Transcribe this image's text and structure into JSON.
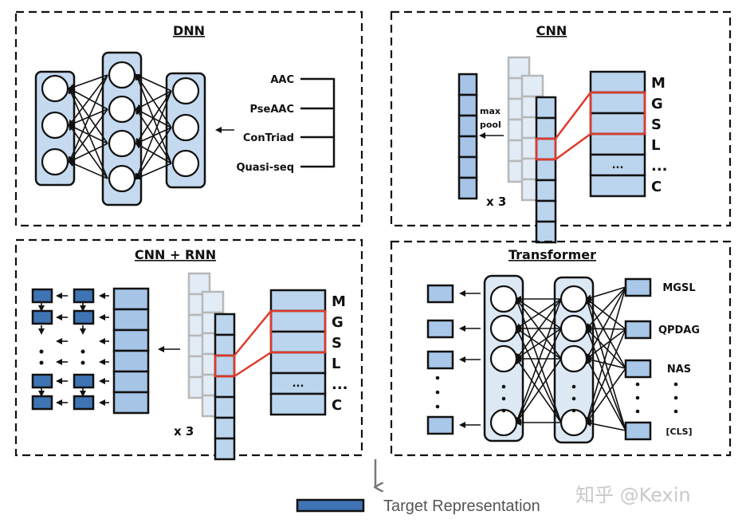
{
  "panels": {
    "dnn": {
      "title": "DNN",
      "features": [
        "AAC",
        "PseAAC",
        "ConTriad",
        "Quasi-seq"
      ],
      "layer_sizes": [
        3,
        4,
        3
      ]
    },
    "cnn": {
      "title": "CNN",
      "sequence_letters": [
        "M",
        "G",
        "S",
        "L",
        "...",
        "C"
      ],
      "cell_ellipsis": "...",
      "pool_label_1": "max",
      "pool_label_2": "pool",
      "repeat_label": "x 3",
      "highlighted_residues": [
        "G",
        "S"
      ]
    },
    "cnn_rnn": {
      "title": "CNN + RNN",
      "sequence_letters": [
        "M",
        "G",
        "S",
        "L",
        "...",
        "C"
      ],
      "cell_ellipsis": "...",
      "repeat_label": "x 3"
    },
    "transformer": {
      "title": "Transformer",
      "tokens": [
        "MGSL",
        "QPDAG",
        "NAS",
        "[CLS]"
      ]
    }
  },
  "legend": {
    "label": "Target Representation",
    "swatch_color": "#3e74b4"
  },
  "watermark": "知乎 @Kexin",
  "colors": {
    "highlight": "#e0392b",
    "layer_fill": "#c5d9ef",
    "rnn_node": "#3e74b4"
  }
}
